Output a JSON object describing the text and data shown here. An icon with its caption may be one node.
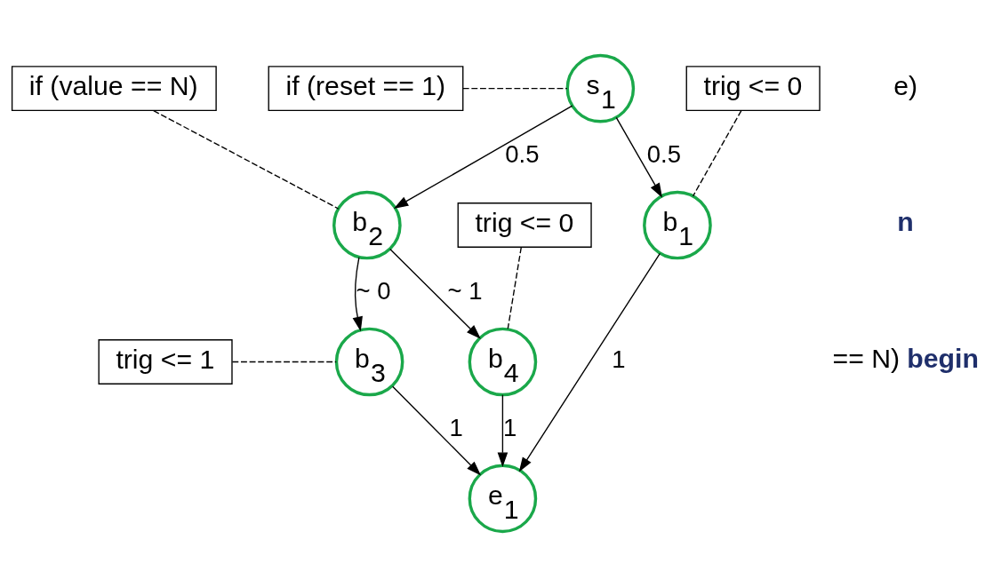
{
  "diagram": {
    "nodes": [
      {
        "text": [
          "s$_{1}$"
        ]
      },
      {
        "text": [
          "b$_{1}$"
        ]
      },
      {
        "text": [
          "b$_{2}$"
        ]
      },
      {
        "text": [
          "b$_{3}$"
        ]
      },
      {
        "text": [
          "b$_{4}$"
        ]
      },
      {
        "text": [
          "e$_{1}$"
        ]
      },
      {
        "text": [
          "trig <= 0"
        ]
      },
      {
        "text": [
          "if (reset == 1)"
        ]
      },
      {
        "text": [
          "if (value == N)"
        ]
      },
      {
        "text": [
          "trig <= 1"
        ]
      },
      {
        "text": [
          "trig <= 0"
        ]
      }
    ],
    "edges": [
      {
        "from": 0,
        "to": 1,
        "arrow": "to",
        "label": "0.5"
      },
      {
        "from": 0,
        "to": 2,
        "arrow": "to",
        "label": "0.5"
      },
      {
        "from": 2,
        "to": 3,
        "arrow": "to",
        "label": "~ 0"
      },
      {
        "from": 2,
        "to": 4,
        "arrow": "to",
        "label": "~ 1"
      },
      {
        "from": 1,
        "to": 5,
        "arrow": "to",
        "label": "1"
      },
      {
        "from": 3,
        "to": 5,
        "arrow": "to",
        "label": "1"
      },
      {
        "from": 4,
        "to": 5,
        "arrow": "to",
        "label": "1"
      },
      {
        "from": 6,
        "to": 1,
        "arrow": "none",
        "style": "dashed"
      },
      {
        "from": 7,
        "to": 0,
        "arrow": "none",
        "style": "dashed"
      },
      {
        "from": 8,
        "to": 2,
        "arrow": "none",
        "style": "dashed"
      },
      {
        "from": 9,
        "to": 3,
        "arrow": "none",
        "style": "dashed"
      },
      {
        "from": 10,
        "to": 4,
        "arrow": "none",
        "style": "dashed"
      }
    ],
    "labels": [
      "e)",
      "n",
      "== N) **begin**"
    ]
  }
}
